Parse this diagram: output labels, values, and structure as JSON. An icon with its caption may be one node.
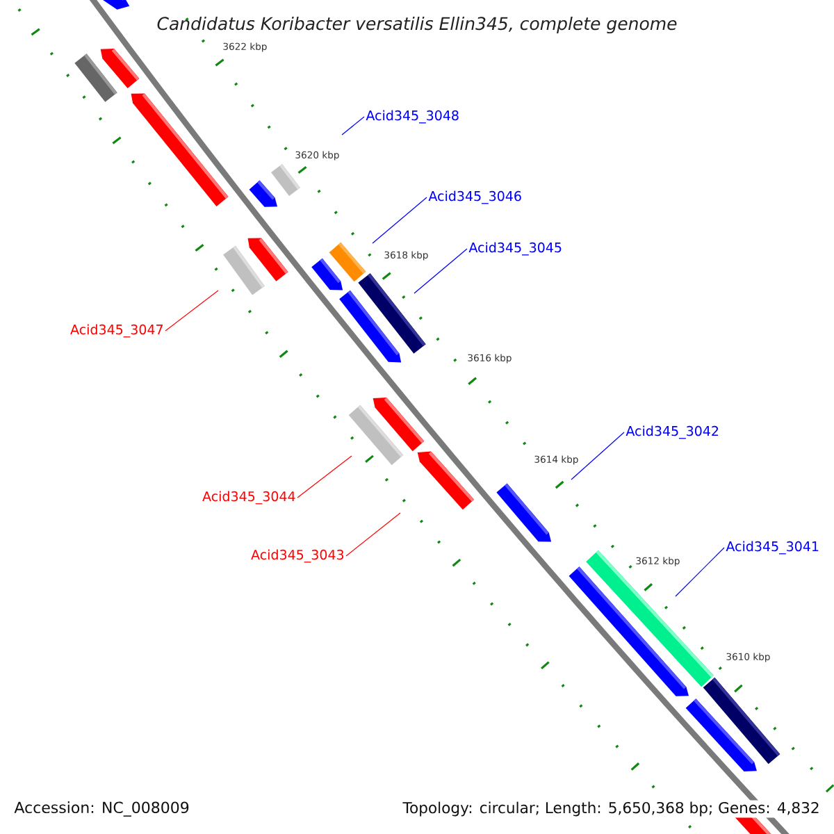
{
  "diagram": {
    "title": "Candidatus Koribacter versatilis Ellin345, complete genome",
    "nodes": [
      {
        "text": [
          "Acid345_3048"
        ]
      },
      {
        "text": [
          "Acid345_3046"
        ]
      },
      {
        "text": [
          "Acid345_3045"
        ]
      },
      {
        "text": [
          "Acid345_3047"
        ]
      },
      {
        "text": [
          "Acid345_3042"
        ]
      },
      {
        "text": [
          "Acid345_3044"
        ]
      },
      {
        "text": [
          "Acid345_3041"
        ]
      },
      {
        "text": [
          "Acid345_3043"
        ]
      }
    ],
    "edges": [
      {
        "from": 0,
        "to": null,
        "arrow": "none"
      },
      {
        "from": 1,
        "to": null,
        "arrow": "none"
      },
      {
        "from": 2,
        "to": null,
        "arrow": "none"
      },
      {
        "from": 3,
        "to": null,
        "arrow": "none",
        "color": "#ff0000"
      },
      {
        "from": 4,
        "to": null,
        "arrow": "none"
      },
      {
        "from": 5,
        "to": null,
        "arrow": "none",
        "color": "#ff0000"
      },
      {
        "from": 6,
        "to": null,
        "arrow": "none"
      },
      {
        "from": 7,
        "to": null,
        "arrow": "none",
        "color": "#ff0000"
      }
    ],
    "labels": [
      "3622 kbp",
      "3620 kbp",
      "3618 kbp",
      "3616 kbp",
      "3614 kbp",
      "3612 kbp",
      "3610 kbp",
      "Accession: NC_008009",
      "Topology: circular; Length: 5,650,368 bp; Genes: 4,832"
    ]
  }
}
